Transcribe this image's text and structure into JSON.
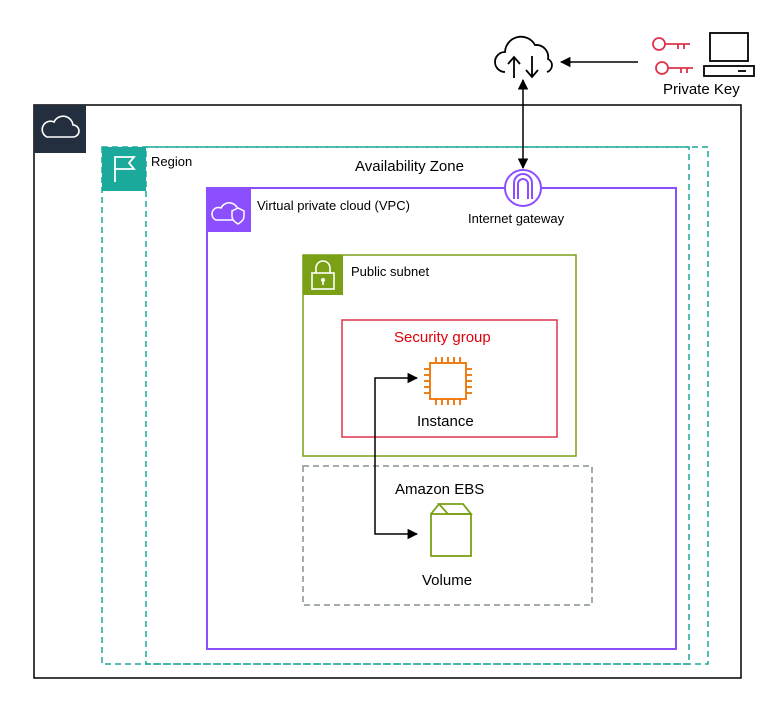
{
  "labels": {
    "private_key": "Private Key",
    "region": "Region",
    "availability_zone": "Availability Zone",
    "vpc": "Virtual private cloud (VPC)",
    "internet_gateway": "Internet gateway",
    "public_subnet": "Public subnet",
    "security_group": "Security group",
    "instance": "Instance",
    "amazon_ebs": "Amazon EBS",
    "volume": "Volume"
  },
  "colors": {
    "region": "#1aa99a",
    "vpc": "#8c4fff",
    "subnet": "#7aa116",
    "security_group": "#dd344c",
    "instance": "#ed7100",
    "ebs_volume": "#7aa116",
    "ebs_border": "#879196",
    "aws_cloud": "#232f3e",
    "key": "#dd344c",
    "line": "#000000"
  }
}
